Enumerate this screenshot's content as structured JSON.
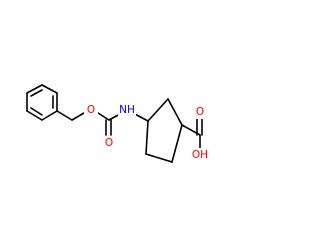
{
  "molecule": {
    "atom_colors": {
      "O": "#ff0000",
      "N": "#0000ff",
      "C": "#000000"
    },
    "labels": {
      "ester_oxygen": "O",
      "carbonyl_oxygen_carbamate": "O",
      "amine": "NH",
      "carbonyl_oxygen_acid": "O",
      "hydroxyl": "OH"
    }
  }
}
